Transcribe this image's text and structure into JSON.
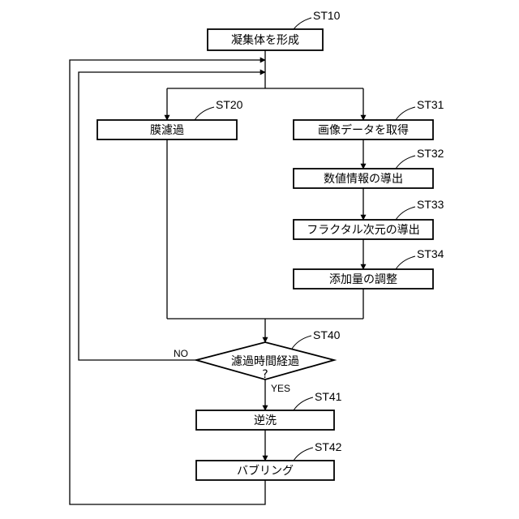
{
  "steps": {
    "st10": {
      "id": "ST10",
      "text": "凝集体を形成"
    },
    "st20": {
      "id": "ST20",
      "text": "膜濾過"
    },
    "st31": {
      "id": "ST31",
      "text": "画像データを取得"
    },
    "st32": {
      "id": "ST32",
      "text": "数値情報の導出"
    },
    "st33": {
      "id": "ST33",
      "text": "フラクタル次元の導出"
    },
    "st34": {
      "id": "ST34",
      "text": "添加量の調整"
    },
    "st40": {
      "id": "ST40",
      "text_line1": "濾過時間経過",
      "text_line2": "?"
    },
    "st41": {
      "id": "ST41",
      "text": "逆洗"
    },
    "st42": {
      "id": "ST42",
      "text": "バブリング"
    }
  },
  "branches": {
    "no": "NO",
    "yes": "YES"
  }
}
